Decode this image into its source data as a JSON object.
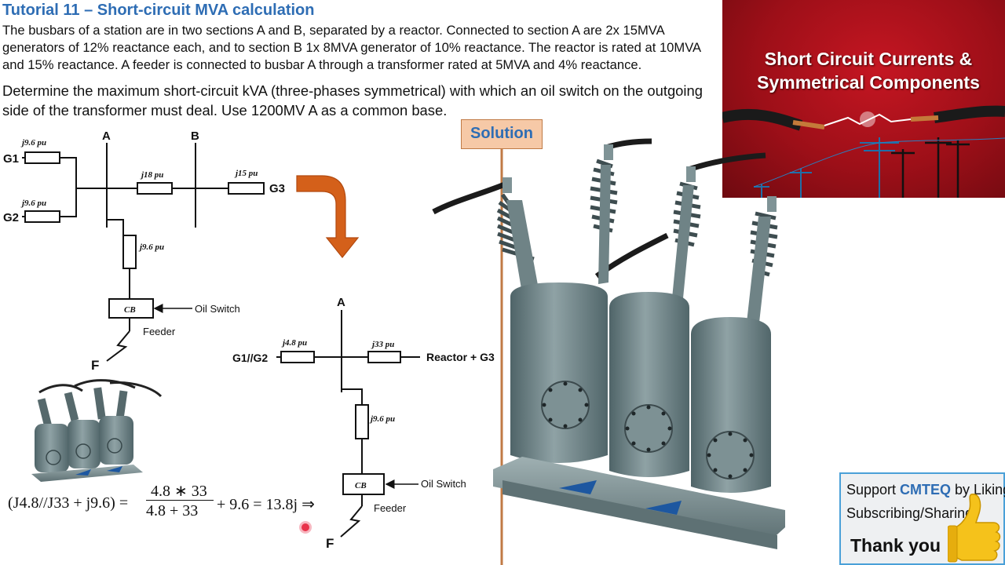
{
  "header": {
    "title": "Tutorial 11 – Short-circuit MVA calculation",
    "paragraph": "The busbars of a station are in two sections A and B, separated by a reactor. Connected to section A are 2x 15MVA generators of 12% reactance each, and to section B 1x 8MVA generator of 10% reactance. The reactor is rated at 10MVA and 15% reactance. A feeder is connected to busbar A through a transformer rated at 5MVA and 4% reactance.",
    "question": "Determine the maximum short-circuit kVA (three-phases symmetrical) with which an oil switch on the outgoing side of the transformer must deal. Use 1200MV A as a common base."
  },
  "banner": {
    "title_line1": "Short Circuit Currents &",
    "title_line2": "Symmetrical Components",
    "colors": {
      "background": "#b0121c",
      "text": "#ffffff"
    }
  },
  "solution_label": "Solution",
  "diagram1": {
    "bus_a": "A",
    "bus_b": "B",
    "g1": "G1",
    "g2": "G2",
    "g3": "G3",
    "g1_x": "j9.6 pu",
    "g2_x": "j9.6 pu",
    "reactor_x": "j18 pu",
    "g3_x": "j15 pu",
    "transformer_x": "j9.6 pu",
    "cb": "CB",
    "oil_switch": "Oil Switch",
    "feeder": "Feeder",
    "fault": "F"
  },
  "diagram2": {
    "bus_a": "A",
    "left_source": "G1//G2",
    "right_source": "Reactor + G3",
    "left_x": "j4.8 pu",
    "right_x": "j33 pu",
    "transformer_x": "j9.6 pu",
    "cb": "CB",
    "oil_switch": "Oil Switch",
    "feeder": "Feeder",
    "fault": "F"
  },
  "formula": {
    "lhs": "(J4.8//J33 + j9.6) =",
    "numerator": "4.8 ∗ 33",
    "denominator": "4.8 + 33",
    "rhs": "+ 9.6 = 13.8j ⇒"
  },
  "support": {
    "prefix": "Support ",
    "brand": "CMTEQ",
    "suffix": " by Liking",
    "line2": "Subscribing/Sharing",
    "thank_you": "Thank you",
    "colors": {
      "brand": "#2e6db4",
      "border": "#4aa0d8"
    }
  },
  "colors": {
    "title": "#2e6db4",
    "arrow": "#d4601a",
    "solution_bg": "#f6c9a7",
    "divider": "#c07a45"
  }
}
